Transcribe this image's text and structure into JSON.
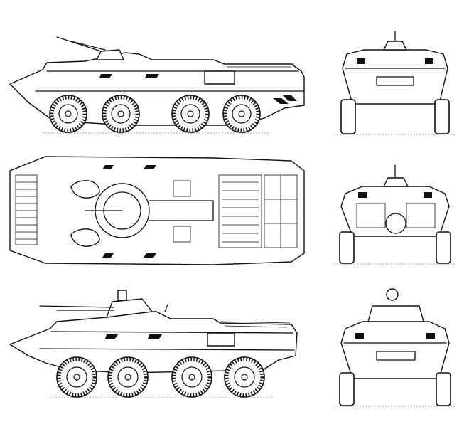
{
  "figure": {
    "views": [
      {
        "id": "top-side",
        "label": ""
      },
      {
        "id": "top-front",
        "label": ""
      },
      {
        "id": "plan",
        "label": ""
      },
      {
        "id": "rear",
        "label": ""
      },
      {
        "id": "bottom-side",
        "label": ""
      },
      {
        "id": "bottom-front",
        "label": ""
      }
    ]
  },
  "style": {
    "line_color": "#111111",
    "background": "#ffffff"
  }
}
